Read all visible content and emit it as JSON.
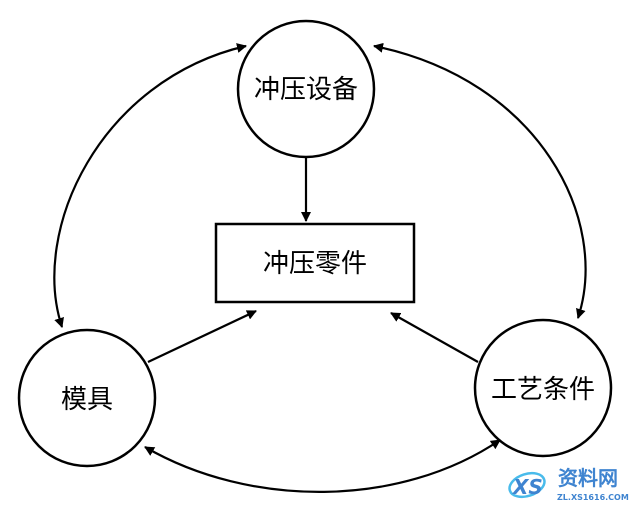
{
  "diagram": {
    "nodes": {
      "equipment": {
        "label": "冲压设备"
      },
      "part": {
        "label": "冲压零件"
      },
      "mold": {
        "label": "模具"
      },
      "process": {
        "label": "工艺条件"
      }
    }
  },
  "watermark": {
    "logo_text": "XS",
    "site_name": "资料网",
    "site_url": "ZL.XS1616.COM"
  },
  "colors": {
    "ink": "#000000",
    "background": "#ffffff",
    "watermark_blue": "#1e6fc8",
    "watermark_cyan": "#2ab0e8"
  }
}
